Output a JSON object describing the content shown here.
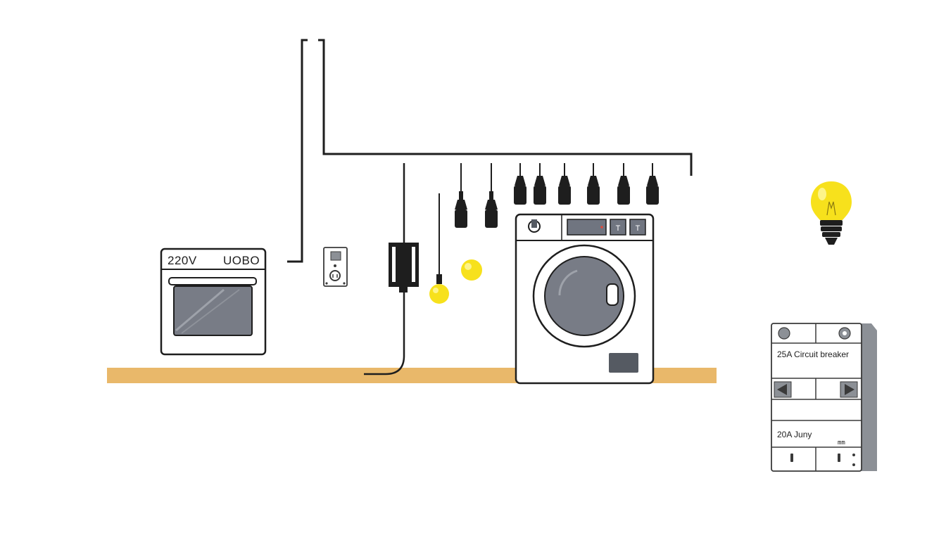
{
  "oven": {
    "voltage_label": "220V",
    "brand_label": "UOBO"
  },
  "washer": {
    "button_1": "T",
    "button_2": "T"
  },
  "breaker_panel": {
    "breaker_label": "25A Circuit breaker",
    "lower_label": "20A Juny",
    "small_mark": "mm"
  },
  "colors": {
    "line": "#1e1e1e",
    "floor": "#e9b86a",
    "bulb": "#f7e11c",
    "glass": "#787c86",
    "panel_side": "#8c9096"
  },
  "icons": {
    "oven": "oven-icon",
    "outlet": "outlet-icon",
    "adapter": "power-adapter-icon",
    "washer": "washing-machine-icon",
    "bulb": "light-bulb-icon",
    "breaker": "circuit-breaker-icon"
  }
}
